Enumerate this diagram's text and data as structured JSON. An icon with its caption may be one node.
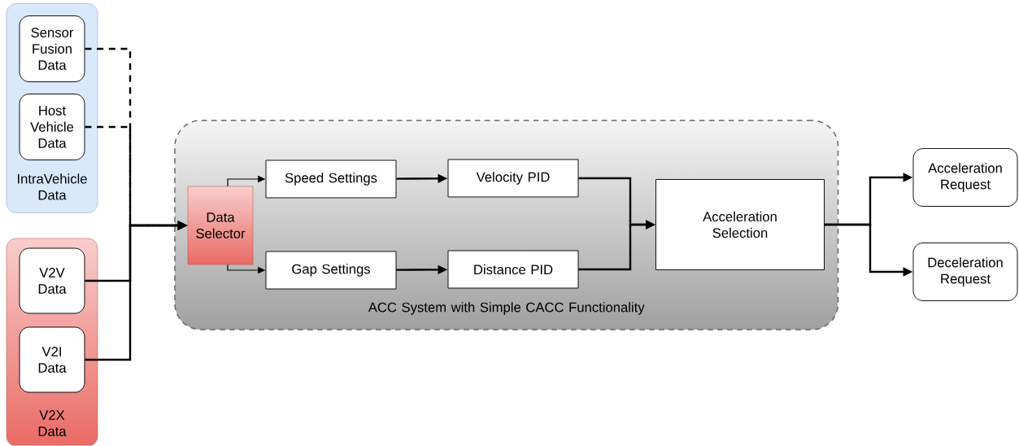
{
  "diagram": {
    "nodes": [
      {
        "text": [
          "IntraVehicle Data"
        ]
      },
      {
        "text": [
          "Sensor Fusion Data"
        ],
        "in": 0
      },
      {
        "text": [
          "Host Vehicle Data"
        ],
        "in": 0
      },
      {
        "text": [
          "V2X Data"
        ]
      },
      {
        "text": [
          "V2V Data"
        ],
        "in": 3
      },
      {
        "text": [
          "V2I Data"
        ],
        "in": 3
      },
      {
        "text": [
          "ACC System with Simple CACC Functionality"
        ]
      },
      {
        "text": [
          "Data Selector"
        ],
        "in": 6
      },
      {
        "text": [
          "Speed Settings"
        ],
        "in": 6
      },
      {
        "text": [
          "Gap Settings"
        ],
        "in": 6
      },
      {
        "text": [
          "Velocity PID"
        ],
        "in": 6
      },
      {
        "text": [
          "Distance PID"
        ],
        "in": 6
      },
      {
        "text": [
          "Acceleration Selection"
        ],
        "in": 6
      },
      {
        "text": [
          "Acceleration Request"
        ]
      },
      {
        "text": [
          "Deceleration Request"
        ]
      }
    ],
    "edges": [
      {
        "from": 1,
        "to": 7,
        "arrow": "to",
        "style": "dashed"
      },
      {
        "from": 2,
        "to": 7,
        "arrow": "to",
        "style": "dashed"
      },
      {
        "from": 4,
        "to": 7,
        "arrow": "to"
      },
      {
        "from": 5,
        "to": 7,
        "arrow": "to"
      },
      {
        "from": 7,
        "to": 8,
        "arrow": "to"
      },
      {
        "from": 7,
        "to": 9,
        "arrow": "to"
      },
      {
        "from": 8,
        "to": 10,
        "arrow": "to"
      },
      {
        "from": 9,
        "to": 11,
        "arrow": "to"
      },
      {
        "from": 10,
        "to": 12,
        "arrow": "to"
      },
      {
        "from": 11,
        "to": 12,
        "arrow": "to"
      },
      {
        "from": 12,
        "to": 13,
        "arrow": "to"
      },
      {
        "from": 12,
        "to": 14,
        "arrow": "to"
      }
    ]
  }
}
